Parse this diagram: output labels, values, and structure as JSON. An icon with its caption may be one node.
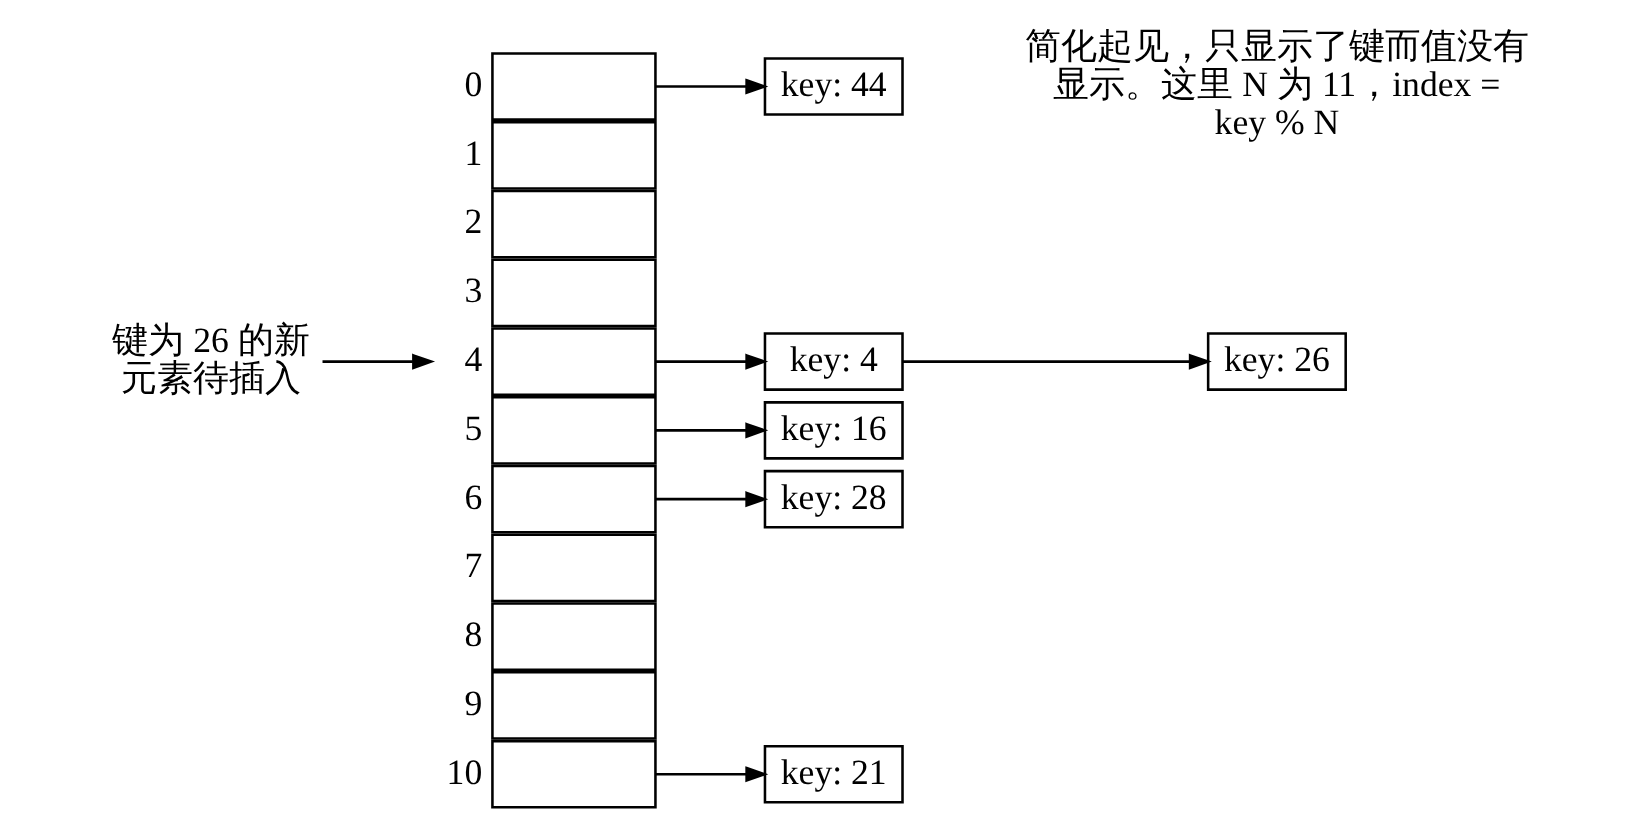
{
  "diagram": {
    "nodes": [
      {
        "text": [],
        "shape": "box",
        "beside": [
          "0"
        ]
      },
      {
        "text": [],
        "shape": "box",
        "beside": [
          "1"
        ]
      },
      {
        "text": [],
        "shape": "box",
        "beside": [
          "2"
        ]
      },
      {
        "text": [],
        "shape": "box",
        "beside": [
          "3"
        ]
      },
      {
        "text": [],
        "shape": "box",
        "beside": [
          "4"
        ]
      },
      {
        "text": [],
        "shape": "box",
        "beside": [
          "5"
        ]
      },
      {
        "text": [],
        "shape": "box",
        "beside": [
          "6"
        ]
      },
      {
        "text": [],
        "shape": "box",
        "beside": [
          "7"
        ]
      },
      {
        "text": [],
        "shape": "box",
        "beside": [
          "8"
        ]
      },
      {
        "text": [],
        "shape": "box",
        "beside": [
          "9"
        ]
      },
      {
        "text": [],
        "shape": "box",
        "beside": [
          "10"
        ]
      },
      {
        "text": [
          "key: 44"
        ]
      },
      {
        "text": [
          "key: 4"
        ]
      },
      {
        "text": [
          "key: 26"
        ]
      },
      {
        "text": [
          "key: 16"
        ]
      },
      {
        "text": [
          "key: 28"
        ]
      },
      {
        "text": [
          "key: 21"
        ]
      },
      {
        "text": [
          "键为 26 的新元素待插入"
        ]
      }
    ],
    "edges": [
      {
        "from": 0,
        "to": 11,
        "arrow": "to"
      },
      {
        "from": 4,
        "to": 12,
        "arrow": "to"
      },
      {
        "from": 12,
        "to": 13,
        "arrow": "to"
      },
      {
        "from": 5,
        "to": 14,
        "arrow": "to"
      },
      {
        "from": 6,
        "to": 15,
        "arrow": "to"
      },
      {
        "from": 10,
        "to": 16,
        "arrow": "to"
      },
      {
        "from": 17,
        "to": 4,
        "arrow": "to"
      }
    ],
    "labels": [
      "简化起见，只显示了键而值没有显示。这里 N 为 11，index = key % N"
    ]
  }
}
